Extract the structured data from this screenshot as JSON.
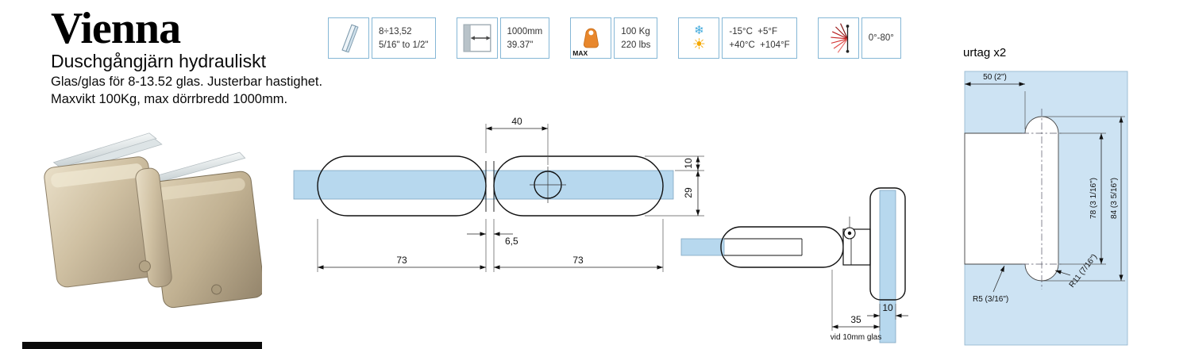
{
  "header": {
    "title": "Vienna",
    "subtitle": "Duschgångjärn hydrauliskt",
    "description_line1": "Glas/glas för 8-13.52 glas. Justerbar hastighet.",
    "description_line2": "Maxvikt 100Kg, max dörrbredd 1000mm."
  },
  "specs": {
    "glass_thickness": {
      "line1": "8÷13,52",
      "line2": "5/16\" to 1/2\""
    },
    "door_width": {
      "line1": "1000mm",
      "line2": "39.37\""
    },
    "max_weight": {
      "badge": "MAX",
      "line1": "100 Kg",
      "line2": "220 lbs"
    },
    "temperature": {
      "line1": "-15°C  +5°F",
      "line2": "+40°C  +104°F"
    },
    "opening_angle": {
      "line1": "0°-80°"
    }
  },
  "icons": {
    "snowflake": "❄",
    "sun": "☀"
  },
  "front_view": {
    "dim_top": "40",
    "dim_right_upper": "10",
    "dim_right_lower": "29",
    "dim_gap": "6,5",
    "dim_bottom_left": "73",
    "dim_bottom_right": "73"
  },
  "side_view": {
    "dim_glass_thickness": "10",
    "dim_offset": "35",
    "dim_note": "vid 10mm glas"
  },
  "cutout_view": {
    "label": "urtag x2",
    "dim_width": "50 (2\")",
    "dim_inner_height": "78 (3 1/16\")",
    "dim_outer_height": "84 (3 5/16\")",
    "radius_small": "R5 (3/16\")",
    "radius_large": "R11 (7/16\")"
  },
  "colors": {
    "glass_blue": "#b7d8ee",
    "spec_border": "#85b7d6",
    "weight_orange": "#e8872c",
    "angle_red": "#c62828"
  }
}
